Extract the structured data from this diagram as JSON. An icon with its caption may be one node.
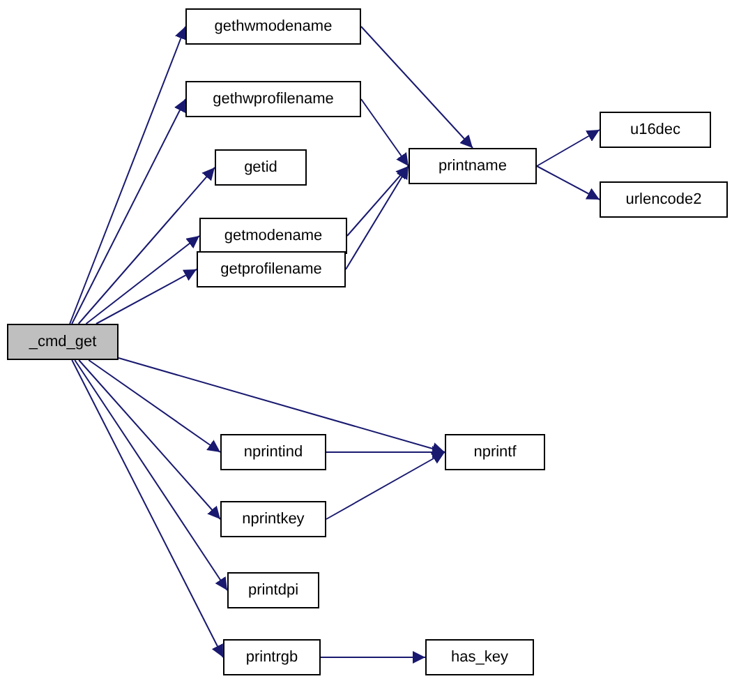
{
  "diagram": {
    "nodes": [
      {
        "text": [
          "_cmd_get"
        ]
      },
      {
        "text": [
          "gethwmodename"
        ]
      },
      {
        "text": [
          "gethwprofilename"
        ]
      },
      {
        "text": [
          "getid"
        ]
      },
      {
        "text": [
          "getmodename"
        ]
      },
      {
        "text": [
          "getprofilename"
        ]
      },
      {
        "text": [
          "printname"
        ]
      },
      {
        "text": [
          "u16dec"
        ]
      },
      {
        "text": [
          "urlencode2"
        ]
      },
      {
        "text": [
          "nprintind"
        ]
      },
      {
        "text": [
          "nprintf"
        ]
      },
      {
        "text": [
          "nprintkey"
        ]
      },
      {
        "text": [
          "printdpi"
        ]
      },
      {
        "text": [
          "printrgb"
        ]
      },
      {
        "text": [
          "has_key"
        ]
      }
    ],
    "edges": [
      {
        "from": 0,
        "to": 1,
        "arrow": "to"
      },
      {
        "from": 0,
        "to": 2,
        "arrow": "to"
      },
      {
        "from": 0,
        "to": 3,
        "arrow": "to"
      },
      {
        "from": 0,
        "to": 4,
        "arrow": "to"
      },
      {
        "from": 0,
        "to": 5,
        "arrow": "to"
      },
      {
        "from": 0,
        "to": 9,
        "arrow": "to"
      },
      {
        "from": 0,
        "to": 10,
        "arrow": "to"
      },
      {
        "from": 0,
        "to": 11,
        "arrow": "to"
      },
      {
        "from": 0,
        "to": 12,
        "arrow": "to"
      },
      {
        "from": 0,
        "to": 13,
        "arrow": "to"
      },
      {
        "from": 1,
        "to": 6,
        "arrow": "to"
      },
      {
        "from": 2,
        "to": 6,
        "arrow": "to"
      },
      {
        "from": 4,
        "to": 6,
        "arrow": "to"
      },
      {
        "from": 5,
        "to": 6,
        "arrow": "to"
      },
      {
        "from": 6,
        "to": 7,
        "arrow": "to"
      },
      {
        "from": 6,
        "to": 8,
        "arrow": "to"
      },
      {
        "from": 9,
        "to": 10,
        "arrow": "to"
      },
      {
        "from": 11,
        "to": 10,
        "arrow": "to"
      },
      {
        "from": 13,
        "to": 14,
        "arrow": "to"
      }
    ]
  }
}
